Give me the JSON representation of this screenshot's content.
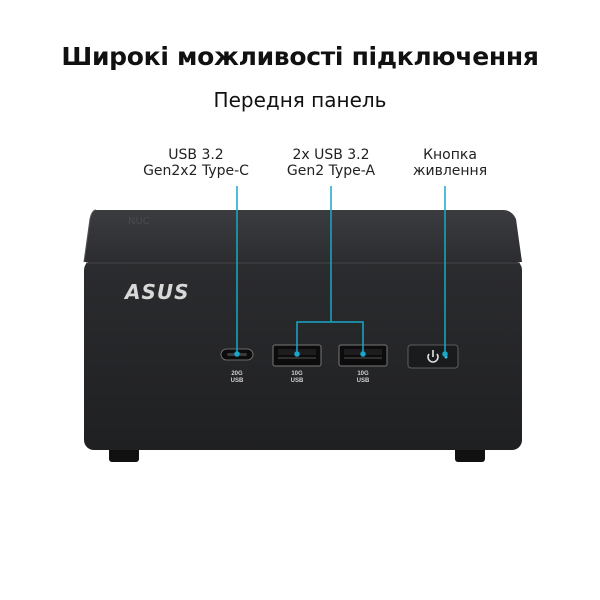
{
  "title": "Широкі можливості підключення",
  "subtitle": "Передня панель",
  "callouts": {
    "usb_c": {
      "line1": "USB 3.2",
      "line2": "Gen2x2 Type-C"
    },
    "usb_a": {
      "line1": "2x USB 3.2",
      "line2": "Gen2 Type-A"
    },
    "power": {
      "line1": "Кнопка",
      "line2": "живлення"
    }
  },
  "device": {
    "brand": "ASUS",
    "ports": [
      {
        "top": "20G",
        "bottom": "USB"
      },
      {
        "top": "10G",
        "bottom": "USB"
      },
      {
        "top": "10G",
        "bottom": "USB"
      }
    ]
  },
  "colors": {
    "leader_line": "#1aa6c8",
    "body": "#2a2b2d",
    "top": "#3a3b3e"
  },
  "icons": [
    "usb-c-port-icon",
    "usb-a-port-icon",
    "power-icon"
  ]
}
